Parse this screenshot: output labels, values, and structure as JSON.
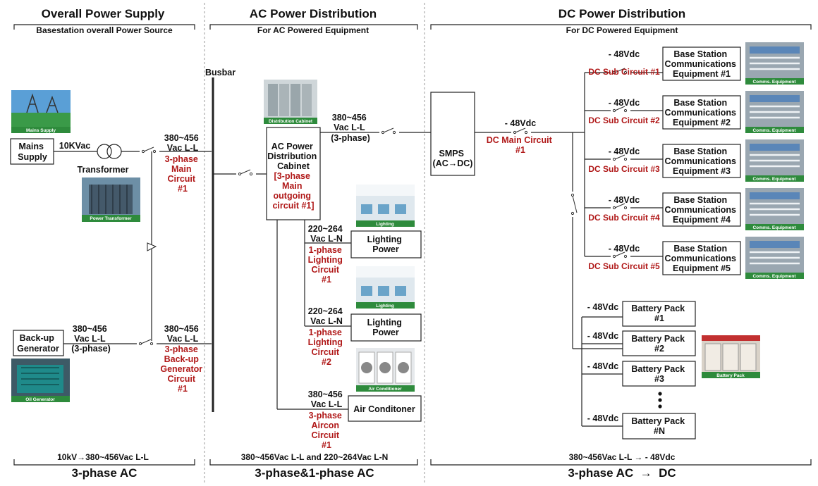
{
  "sections": {
    "overall": {
      "title": "Overall Power Supply",
      "subtitle": "Basestation overall Power Source",
      "footer_sub": "10kV→380~456Vac L-L",
      "footer_main": "3-phase AC"
    },
    "ac": {
      "title": "AC Power Distribution",
      "subtitle": "For AC Powered Equipment",
      "footer_sub": "380~456Vac L-L and 220~264Vac L-N",
      "footer_main": "3-phase&1-phase AC"
    },
    "dc": {
      "title": "DC Power Distribution",
      "subtitle": "For DC Powered Equipment",
      "footer_sub": "380~456Vac L-L → - 48Vdc",
      "footer_main": "3-phase AC  →  DC"
    }
  },
  "overall": {
    "mains_supply": [
      "Mains",
      "Supply"
    ],
    "mains_voltage": "10KVac",
    "transformer": "Transformer",
    "main_voltage": [
      "380~456",
      "Vac L-L"
    ],
    "main_circuit": [
      "3-phase",
      "Main",
      "Circuit",
      "#1"
    ],
    "backup_generator": [
      "Back-up",
      "Generator"
    ],
    "generator_voltage": [
      "380~456",
      "Vac L-L",
      "(3-phase)"
    ],
    "backup_voltage": [
      "380~456",
      "Vac L-L"
    ],
    "backup_circuit": [
      "3-phase",
      "Back-up",
      "Generator",
      "Circuit",
      "#1"
    ],
    "photo_mains": "Mains Supply",
    "photo_transformer": "Power Transformer",
    "photo_generator": "Oil Generator"
  },
  "ac": {
    "busbar": "Busbar",
    "cabinet": [
      "AC Power",
      "Distribution",
      "Cabinet"
    ],
    "cabinet_circuit": [
      "[3-phase",
      "Main",
      "outgoing",
      "circuit #1]"
    ],
    "photo_cabinet": "Distribution Cabinet",
    "feed_voltage": [
      "380~456",
      "Vac L-L",
      "(3-phase)"
    ],
    "lighting1_voltage": [
      "220~264",
      "Vac L-N"
    ],
    "lighting1_circuit": [
      "1-phase",
      "Lighting",
      "Circuit",
      "#1"
    ],
    "lighting1_label": [
      "Lighting",
      "Power"
    ],
    "lighting2_voltage": [
      "220~264",
      "Vac L-N"
    ],
    "lighting2_circuit": [
      "1-phase",
      "Lighting",
      "Circuit",
      "#2"
    ],
    "lighting2_label": [
      "Lighting",
      "Power"
    ],
    "aircon_voltage": [
      "380~456",
      "Vac L-L"
    ],
    "aircon_circuit": [
      "3-phase",
      "Aircon",
      "Circuit",
      "#1"
    ],
    "aircon_label": "Air Conditoner",
    "photo_lighting": "Lighting",
    "photo_aircon": "Air Conditioner"
  },
  "dc": {
    "smps": [
      "SMPS",
      "(AC→DC)"
    ],
    "main_voltage": "- 48Vdc",
    "main_circuit": [
      "DC Main Circuit",
      "#1"
    ],
    "sub_voltage": "- 48Vdc",
    "subs": [
      {
        "circuit": "DC Sub Circuit #1",
        "label": [
          "Base Station",
          "Communications",
          "Equipment #1"
        ]
      },
      {
        "circuit": "DC Sub Circuit #2",
        "label": [
          "Base Station",
          "Communications",
          "Equipment #2"
        ]
      },
      {
        "circuit": "DC Sub Circuit #3",
        "label": [
          "Base Station",
          "Communications",
          "Equipment #3"
        ]
      },
      {
        "circuit": "DC Sub Circuit #4",
        "label": [
          "Base Station",
          "Communications",
          "Equipment #4"
        ]
      },
      {
        "circuit": "DC Sub Circuit #5",
        "label": [
          "Base Station",
          "Communications",
          "Equipment #5"
        ]
      }
    ],
    "photo_comms": "Comms. Equipment",
    "batteries": [
      {
        "voltage": "- 48Vdc",
        "label": [
          "Battery Pack",
          "#1"
        ]
      },
      {
        "voltage": "- 48Vdc",
        "label": [
          "Battery Pack",
          "#2"
        ]
      },
      {
        "voltage": "- 48Vdc",
        "label": [
          "Battery Pack",
          "#3"
        ]
      },
      {
        "voltage": "- 48Vdc",
        "label": [
          "Battery Pack",
          "#N"
        ]
      }
    ],
    "photo_battery": "Battery Pack"
  }
}
